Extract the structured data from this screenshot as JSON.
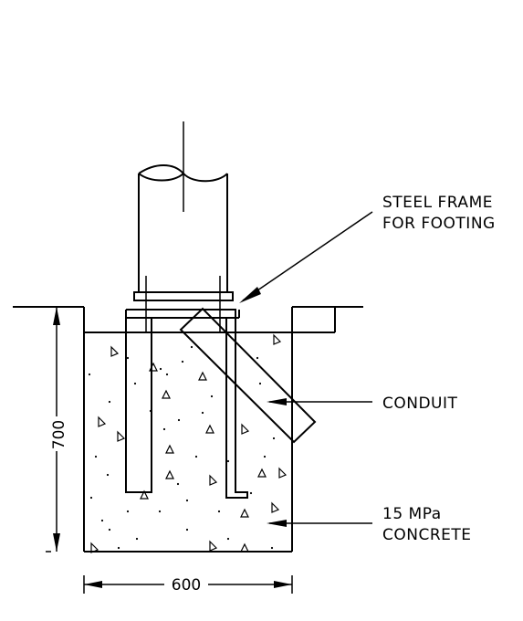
{
  "labels": {
    "steel_frame_line1": "STEEL FRAME",
    "steel_frame_line2": "FOR FOOTING",
    "conduit": "CONDUIT",
    "concrete_line1": "15 MPa",
    "concrete_line2": "CONCRETE"
  },
  "dimensions": {
    "depth": "700",
    "width": "600"
  }
}
